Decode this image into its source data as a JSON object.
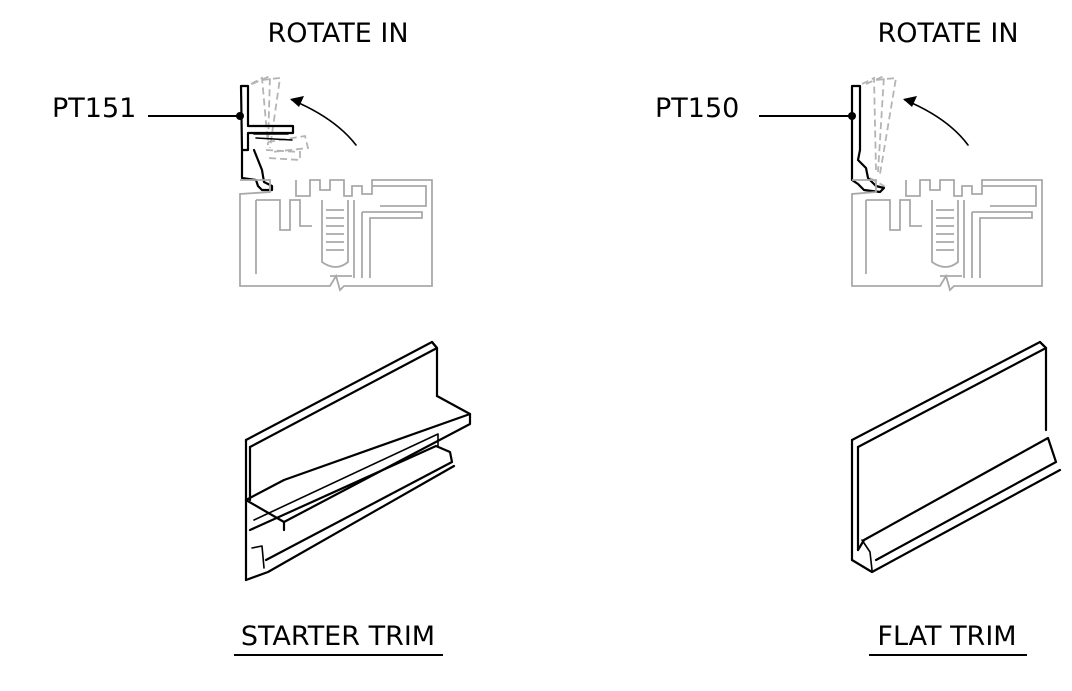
{
  "left": {
    "action_label": "ROTATE IN",
    "part_label": "PT151",
    "title": "STARTER TRIM"
  },
  "right": {
    "action_label": "ROTATE IN",
    "part_label": "PT150",
    "title": "FLAT TRIM"
  },
  "colors": {
    "ink": "#000000",
    "ghost": "#a9a9a9",
    "background": "#ffffff"
  }
}
